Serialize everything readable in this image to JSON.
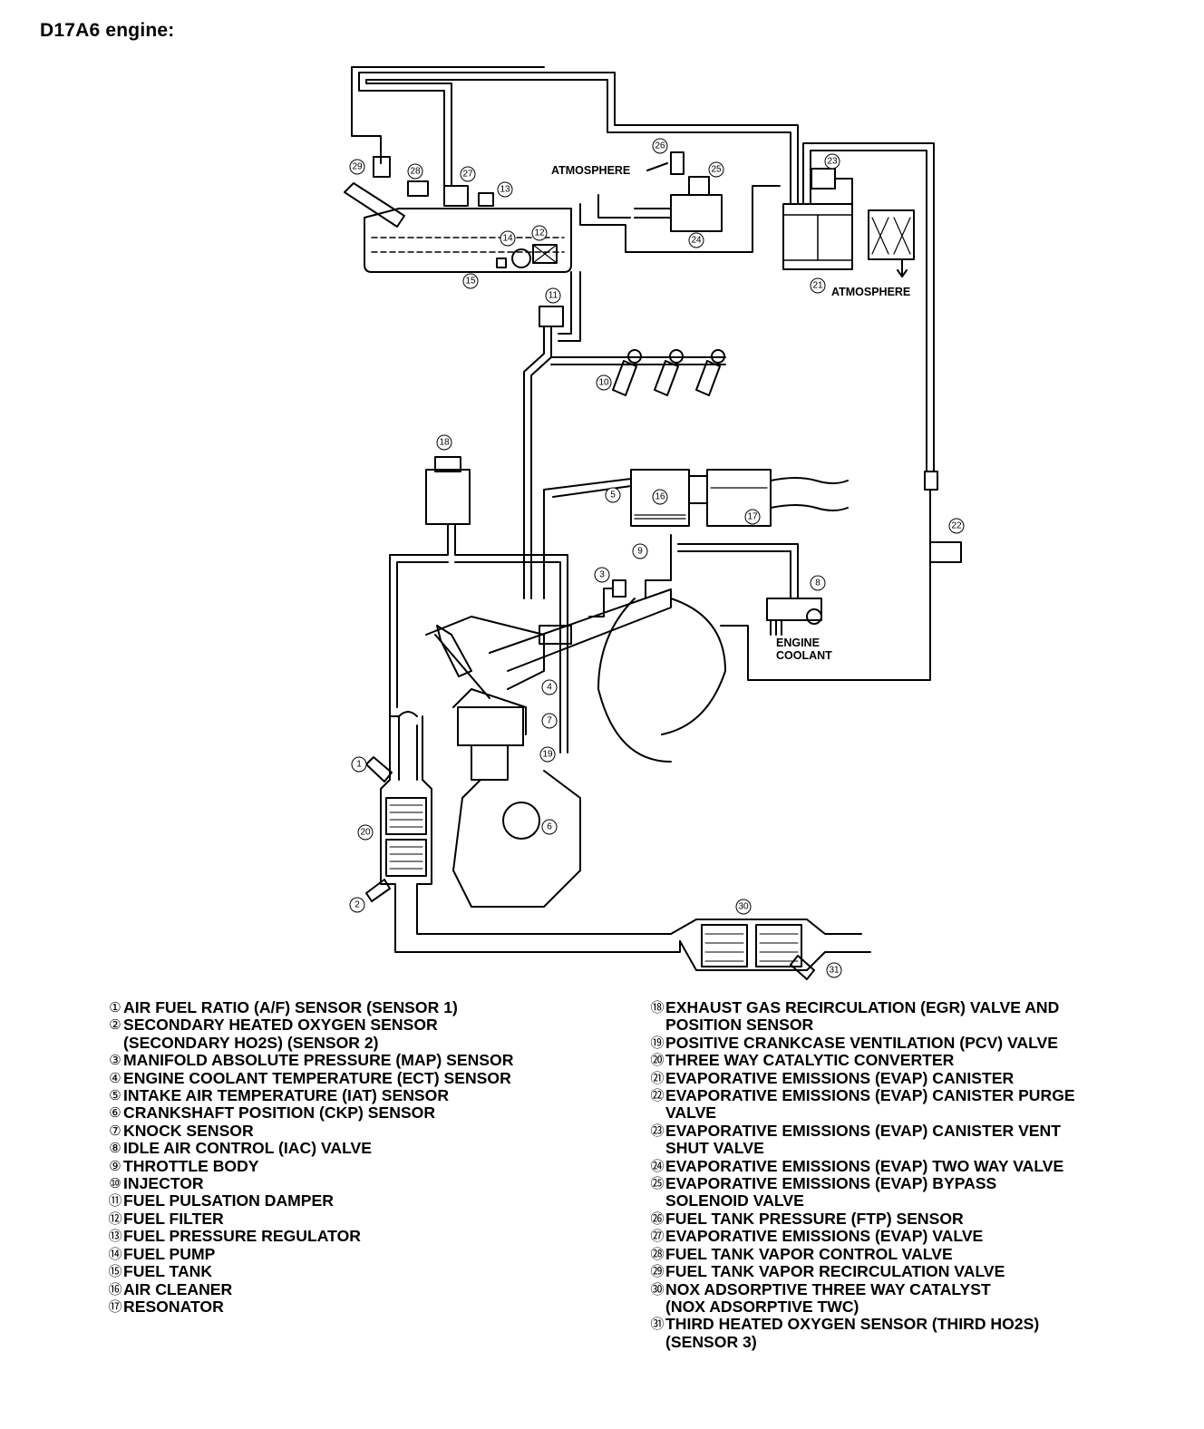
{
  "title": "D17A6 engine:",
  "diagram_labels": {
    "atmosphere_top": "ATMOSPHERE",
    "atmosphere_right": "ATMOSPHERE",
    "engine_coolant_line1": "ENGINE",
    "engine_coolant_line2": "COOLANT"
  },
  "callouts": [
    "1",
    "2",
    "3",
    "4",
    "5",
    "6",
    "7",
    "8",
    "9",
    "10",
    "11",
    "12",
    "13",
    "14",
    "15",
    "16",
    "17",
    "18",
    "19",
    "20",
    "21",
    "22",
    "23",
    "24",
    "25",
    "26",
    "27",
    "28",
    "29",
    "30",
    "31"
  ],
  "legend_left": [
    {
      "badge": "①",
      "lines": [
        "AIR FUEL RATIO (A/F) SENSOR (SENSOR 1)"
      ]
    },
    {
      "badge": "②",
      "lines": [
        "SECONDARY HEATED OXYGEN SENSOR",
        "(SECONDARY HO2S) (SENSOR 2)"
      ]
    },
    {
      "badge": "③",
      "lines": [
        "MANIFOLD ABSOLUTE PRESSURE (MAP) SENSOR"
      ]
    },
    {
      "badge": "④",
      "lines": [
        "ENGINE COOLANT TEMPERATURE (ECT) SENSOR"
      ]
    },
    {
      "badge": "⑤",
      "lines": [
        "INTAKE AIR TEMPERATURE (IAT) SENSOR"
      ]
    },
    {
      "badge": "⑥",
      "lines": [
        "CRANKSHAFT POSITION (CKP) SENSOR"
      ]
    },
    {
      "badge": "⑦",
      "lines": [
        "KNOCK SENSOR"
      ]
    },
    {
      "badge": "⑧",
      "lines": [
        "IDLE AIR CONTROL (IAC) VALVE"
      ]
    },
    {
      "badge": "⑨",
      "lines": [
        "THROTTLE BODY"
      ]
    },
    {
      "badge": "⑩",
      "lines": [
        "INJECTOR"
      ]
    },
    {
      "badge": "⑪",
      "lines": [
        "FUEL PULSATION DAMPER"
      ]
    },
    {
      "badge": "⑫",
      "lines": [
        "FUEL FILTER"
      ]
    },
    {
      "badge": "⑬",
      "lines": [
        "FUEL PRESSURE REGULATOR"
      ]
    },
    {
      "badge": "⑭",
      "lines": [
        "FUEL PUMP"
      ]
    },
    {
      "badge": "⑮",
      "lines": [
        "FUEL TANK"
      ]
    },
    {
      "badge": "⑯",
      "lines": [
        "AIR CLEANER"
      ]
    },
    {
      "badge": "⑰",
      "lines": [
        "RESONATOR"
      ]
    }
  ],
  "legend_right": [
    {
      "badge": "⑱",
      "lines": [
        "EXHAUST GAS RECIRCULATION (EGR) VALVE and",
        "POSITION SENSOR"
      ]
    },
    {
      "badge": "⑲",
      "lines": [
        "POSITIVE CRANKCASE VENTILATION (PCV) VALVE"
      ]
    },
    {
      "badge": "⑳",
      "lines": [
        "THREE WAY CATALYTIC CONVERTER"
      ]
    },
    {
      "badge": "㉑",
      "lines": [
        "EVAPORATIVE EMISSIONS (EVAP) CANISTER"
      ]
    },
    {
      "badge": "㉒",
      "lines": [
        "EVAPORATIVE EMISSIONS (EVAP) CANISTER PURGE",
        "VALVE"
      ]
    },
    {
      "badge": "㉓",
      "lines": [
        "EVAPORATIVE EMISSIONS (EVAP) CANISTER VENT",
        "SHUT VALVE"
      ]
    },
    {
      "badge": "㉔",
      "lines": [
        "EVAPORATIVE EMISSIONS (EVAP) TWO WAY VALVE"
      ]
    },
    {
      "badge": "㉕",
      "lines": [
        "EVAPORATIVE EMISSIONS (EVAP) BYPASS",
        "SOLENOID VALVE"
      ]
    },
    {
      "badge": "㉖",
      "lines": [
        "FUEL TANK PRESSURE (FTP) SENSOR"
      ]
    },
    {
      "badge": "㉗",
      "lines": [
        "EVAPORATIVE EMISSIONS (EVAP) VALVE"
      ]
    },
    {
      "badge": "㉘",
      "lines": [
        "FUEL TANK VAPOR CONTROL VALVE"
      ]
    },
    {
      "badge": "㉙",
      "lines": [
        "FUEL TANK VAPOR RECIRCULATION VALVE"
      ]
    },
    {
      "badge": "㉚",
      "lines": [
        "NOX ADSORPTIVE THREE WAY CATALYST",
        "(NOX ADSORPTIVE TWC)"
      ]
    },
    {
      "badge": "㉛",
      "lines": [
        "THIRD HEATED OXYGEN SENSOR (THIRD HO2S)",
        "(SENSOR 3)"
      ]
    }
  ]
}
